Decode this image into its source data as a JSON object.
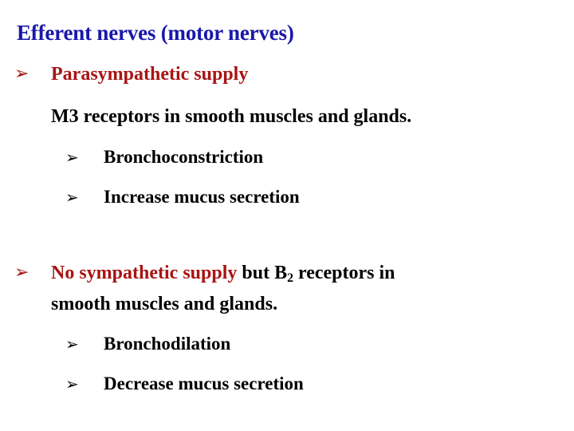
{
  "slide": {
    "title": "Efferent nerves (motor nerves)",
    "title_color": "#1818aa",
    "accent_color": "#a81414",
    "body_color": "#000000",
    "background_color": "#ffffff",
    "bullet_glyph": "➢"
  },
  "sections": [
    {
      "heading": "Parasympathetic supply",
      "body": "M3 receptors in smooth muscles and glands.",
      "subitems": [
        {
          "label": "Bronchoconstriction"
        },
        {
          "label": "Increase mucus secretion"
        }
      ]
    },
    {
      "heading_red": "No sympathetic supply",
      "heading_black_pre": " but B",
      "heading_black_sub": "2",
      "heading_black_post": " receptors in",
      "continuation": "smooth muscles and glands.",
      "subitems": [
        {
          "label": "Bronchodilation"
        },
        {
          "label": "Decrease mucus secretion"
        }
      ]
    }
  ]
}
